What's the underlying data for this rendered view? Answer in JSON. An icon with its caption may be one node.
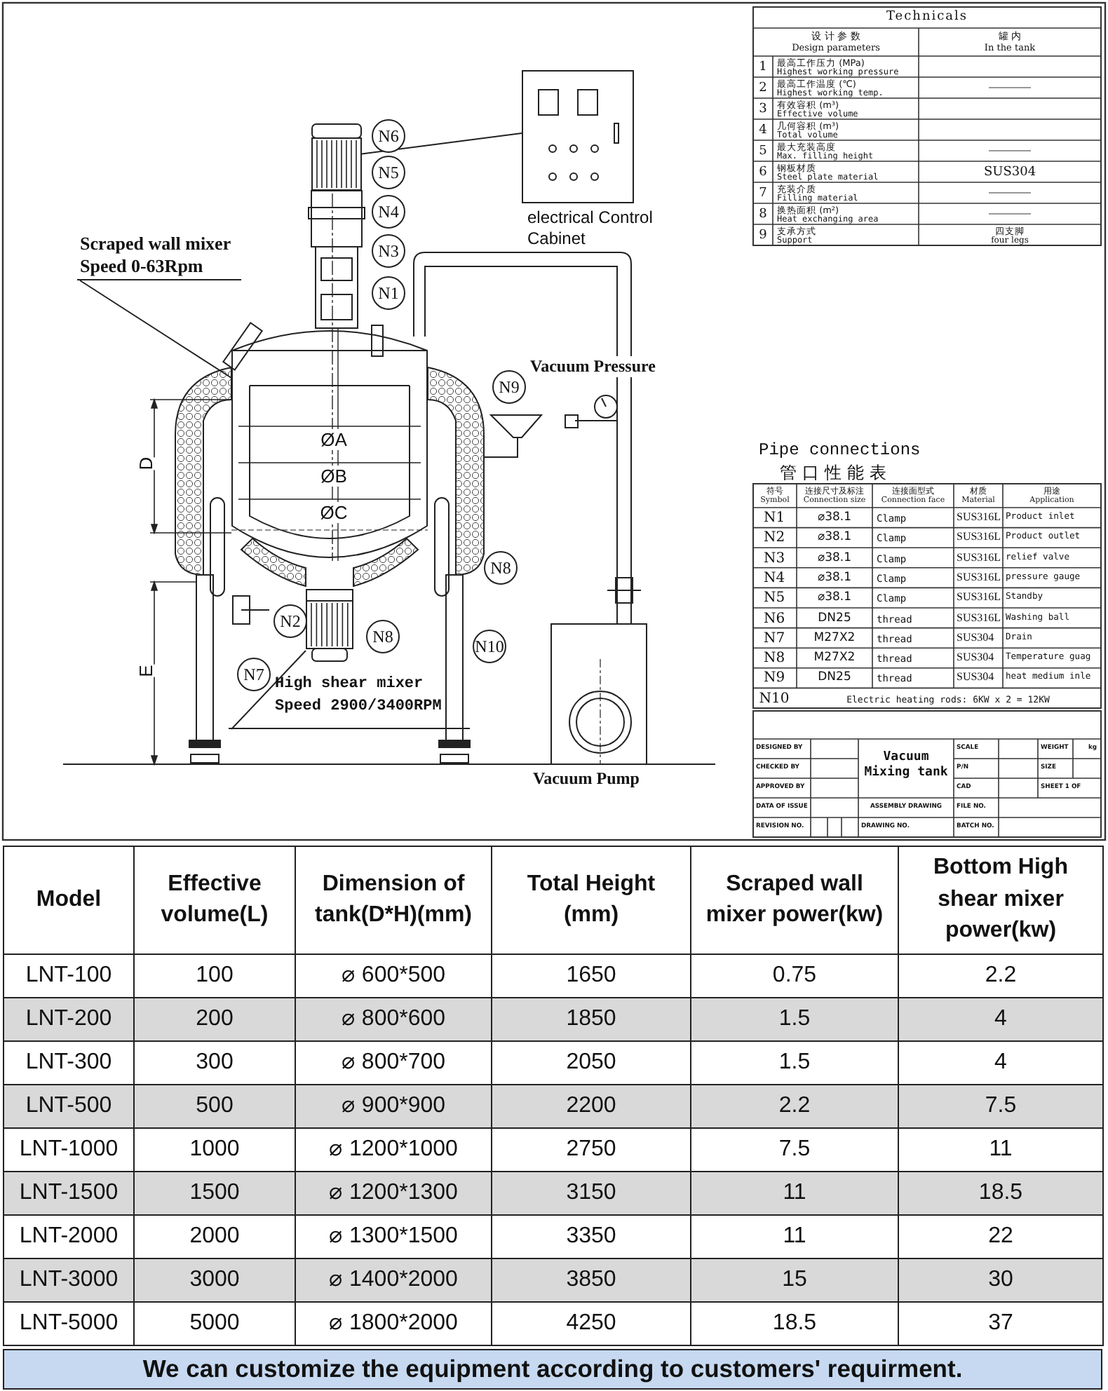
{
  "diagram": {
    "nodes": [
      {
        "text": [
          "electrical Control Cabinet"
        ]
      },
      {
        "text": [],
        "shape": "picture"
      },
      {
        "text": [
          "Scraped wall mixer Speed 0-63Rpm"
        ]
      },
      {
        "text": [],
        "shape": "picture"
      },
      {
        "text": [
          "High shear mixer Speed 2900/3400RPM"
        ]
      },
      {
        "text": [],
        "shape": "picture"
      }
    ],
    "edges": [
      {
        "from": 0,
        "to": 1,
        "arrow": "none"
      },
      {
        "from": 2,
        "to": 3,
        "arrow": "none"
      },
      {
        "from": 4,
        "to": 5,
        "arrow": "none"
      }
    ],
    "labels": [
      "N6",
      "N5",
      "N4",
      "N3",
      "N1",
      "Vacuum Pressure",
      "N9",
      "ØA",
      "ØB",
      "ØC",
      "D",
      "N8",
      "E",
      "N2",
      "N8",
      "N10",
      "N7",
      "Vacuum Pump",
      "Technicals",
      "设 计 参 数",
      "Design parameters",
      "罐 内",
      "In the tank",
      "1",
      "最高工作压力 (MPa)",
      "Highest working pressure",
      "2",
      "最高工作温度 (℃)",
      "Highest working temp.",
      "3",
      "有效容积 (m³)",
      "Effective volume",
      "4",
      "几何容积 (m³)",
      "Total volume",
      "5",
      "最大充装高度",
      "Max. filling height",
      "6",
      "钢板材质",
      "Steel plate material",
      "SUS304",
      "7",
      "充装介质",
      "Filling material",
      "8",
      "换热面积 (m²)",
      "Heat exchanging area",
      "9",
      "支承方式",
      "Support",
      "四支脚",
      "four legs",
      "Pipe connections",
      "管口性能表",
      "符号",
      "Symbol",
      "连接尺寸及标注",
      "Connection size",
      "连接面型式",
      "Connection face",
      "材质",
      "Material",
      "用途",
      "Application",
      "N1",
      "⌀38.1",
      "Clamp",
      "SUS316L",
      "Product inlet",
      "N2",
      "⌀38.1",
      "Clamp",
      "SUS316L",
      "Product outlet",
      "N3",
      "⌀38.1",
      "Clamp",
      "SUS316L",
      "relief valve",
      "N4",
      "⌀38.1",
      "Clamp",
      "SUS316L",
      "pressure gauge",
      "N5",
      "⌀38.1",
      "Clamp",
      "SUS316L",
      "Standby",
      "N6",
      "DN25",
      "thread",
      "SUS316L",
      "Washing ball",
      "N7",
      "M27X2",
      "thread",
      "SUS304",
      "Drain",
      "N8",
      "M27X2",
      "thread",
      "SUS304",
      "Temperature guag",
      "N9",
      "DN25",
      "thread",
      "SUS304",
      "heat medium inle",
      "N10",
      "Electric heating rods: 6KW x 2 = 12KW",
      "DESIGNED BY",
      "Vacuum Mixing tank",
      "SCALE",
      "WEIGHT",
      "kg",
      "CHECKED BY",
      "P/N",
      "SIZE",
      "APPROVED BY",
      "CAD",
      "SHEET 1 OF",
      "DATA OF ISSUE",
      "ASSEMBLY DRAWING",
      "FILE NO.",
      "REVISION NO.",
      "DRAWING NO.",
      "BATCH NO.",
      "Model",
      "Effective volume(L)",
      "Dimension of tank(D*H)(mm)",
      "Total Height (mm)",
      "Scraped wall mixer power(kw)",
      "Bottom High shear mixer power(kw)",
      "LNT-100",
      "100",
      "⌀ 600*500",
      "1650",
      "0.75",
      "2.2",
      "LNT-200",
      "200",
      "⌀ 800*600",
      "1850",
      "1.5",
      "4",
      "LNT-300",
      "300",
      "⌀ 800*700",
      "2050",
      "1.5",
      "4",
      "LNT-500",
      "500",
      "⌀ 900*900",
      "2200",
      "2.2",
      "7.5",
      "LNT-1000",
      "1000",
      "⌀ 1200*1000",
      "2750",
      "7.5",
      "11",
      "LNT-1500",
      "1500",
      "⌀ 1200*1300",
      "3150",
      "11",
      "18.5",
      "LNT-2000",
      "2000",
      "⌀ 1300*1500",
      "3350",
      "11",
      "22",
      "LNT-3000",
      "3000",
      "⌀ 1400*2000",
      "3850",
      "15",
      "30",
      "LNT-5000",
      "5000",
      "⌀ 1800*2000",
      "4250",
      "18.5",
      "37",
      "We can customize the equipment according to customers' requirment."
    ]
  }
}
